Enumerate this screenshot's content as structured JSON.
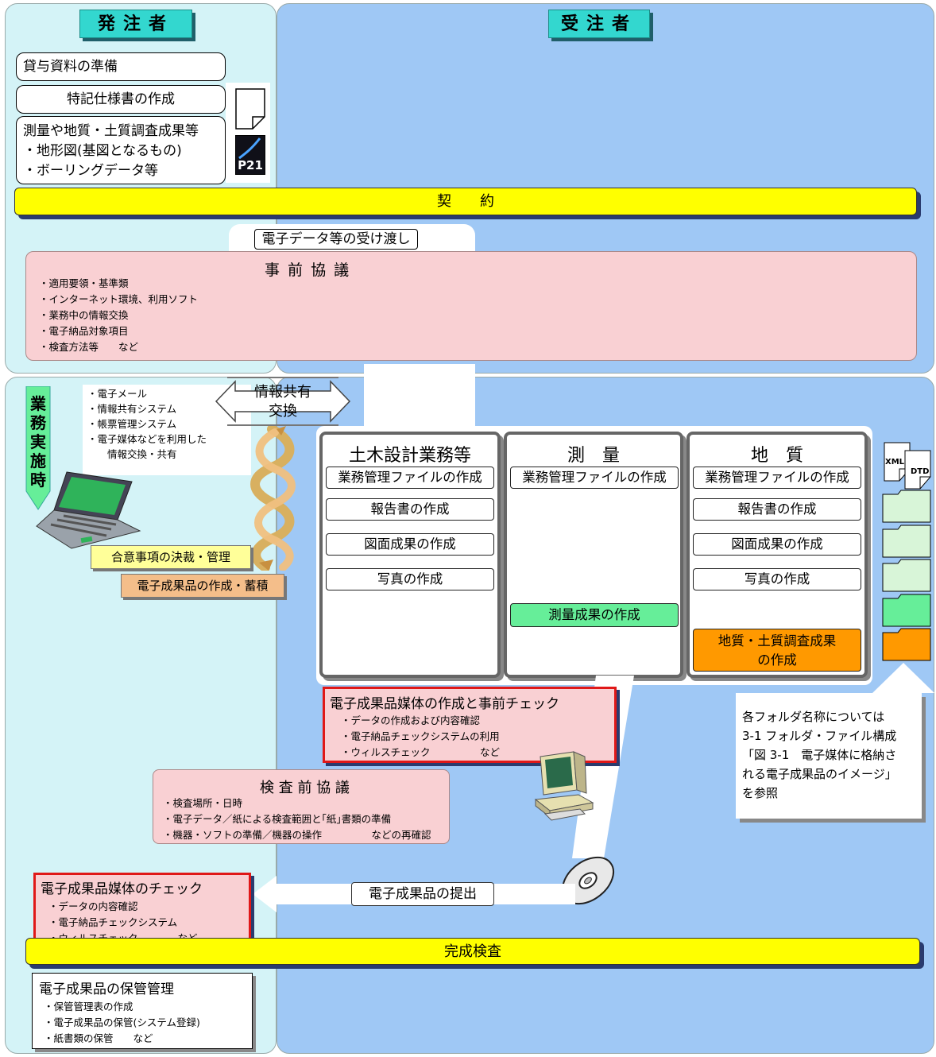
{
  "headers": {
    "owner": "発注者",
    "contractor": "受注者"
  },
  "owner_prep": {
    "item1": "貸与資料の準備",
    "item2": "特記仕様書の作成",
    "item3": [
      "測量や地質・土質調査成果等",
      "・地形図(基図となるもの)",
      "・ボーリングデータ等"
    ],
    "p21_label": "P21"
  },
  "contract": "契　　約",
  "handover": "電子データ等の受け渡し",
  "pre_consult": {
    "title": "事 前 協 議",
    "items": [
      "・適用要領・基準類",
      "・インターネット環境、利用ソフト",
      "・業務中の情報交換",
      "・電子納品対象項目",
      "・検査方法等　　など"
    ]
  },
  "phase_label": "業務実施時",
  "comm": {
    "items": [
      "・電子メール",
      "・情報共有システム",
      "・帳票管理システム",
      "・電子媒体などを利用した",
      "　　情報交換・共有"
    ],
    "exchange_label": [
      "情報共有",
      "交換"
    ],
    "agreement": "合意事項の決裁・管理",
    "accumulate": "電子成果品の作成・蓄積"
  },
  "columns": [
    {
      "title": "土木設計業務等",
      "tasks": [
        "業務管理ファイルの作成",
        "報告書の作成",
        "図面成果の作成",
        "写真の作成"
      ]
    },
    {
      "title": "測　量",
      "tasks": [
        "業務管理ファイルの作成"
      ],
      "special": "測量成果の作成"
    },
    {
      "title": "地　質",
      "tasks": [
        "業務管理ファイルの作成",
        "報告書の作成",
        "図面成果の作成",
        "写真の作成"
      ],
      "special": [
        "地質・土質調査成果",
        "の作成"
      ]
    }
  ],
  "files": {
    "xml": "XML",
    "dtd": "DTD"
  },
  "folder_note": [
    "各フォルダ名称については",
    "3-1 フォルダ・ファイル構成",
    "「図 3-1　電子媒体に格納さ",
    "れる電子成果品のイメージ」",
    "を参照"
  ],
  "media_check_pre": {
    "title": "電子成果品媒体の作成と事前チェック",
    "items": [
      "・データの作成および内容確認",
      "・電子納品チェックシステムの利用",
      "・ウィルスチェック　　　　　など"
    ]
  },
  "pre_inspection": {
    "title": "検 査 前 協 議",
    "items": [
      "・検査場所・日時",
      "・電子データ／紙による検査範囲と｢紙｣書類の準備",
      "・機器・ソフトの準備／機器の操作　　　　　などの再確認"
    ]
  },
  "submission": "電子成果品の提出",
  "media_check": {
    "title": "電子成果品媒体のチェック",
    "items": [
      "・データの内容確認",
      "・電子納品チェックシステム",
      "・ウィルスチェック　　　　など"
    ]
  },
  "final_inspection": "完成検査",
  "storage": {
    "title": "電子成果品の保管管理",
    "items": [
      "・保管管理表の作成",
      "・電子成果品の保管(システム登録)",
      "・紙書類の保管　　など"
    ]
  },
  "colors": {
    "owner_bg": "#d4f3f7",
    "contractor_bg": "#9fc8f5",
    "header": "#33d7cf",
    "yellow": "#ffff00",
    "pink": "#f9d0d3",
    "survey": "#66ee99",
    "geology": "#ff9900"
  },
  "icons": [
    "document-icon",
    "p21-file-icon",
    "laptop-icon",
    "exchange-arrow-icon",
    "spiral-arrows-icon",
    "desktop-computer-icon",
    "cd-disc-icon",
    "xml-file-icon",
    "dtd-file-icon",
    "folder-icon",
    "up-arrow-icon",
    "left-arrow-icon",
    "down-arrow-icon"
  ]
}
